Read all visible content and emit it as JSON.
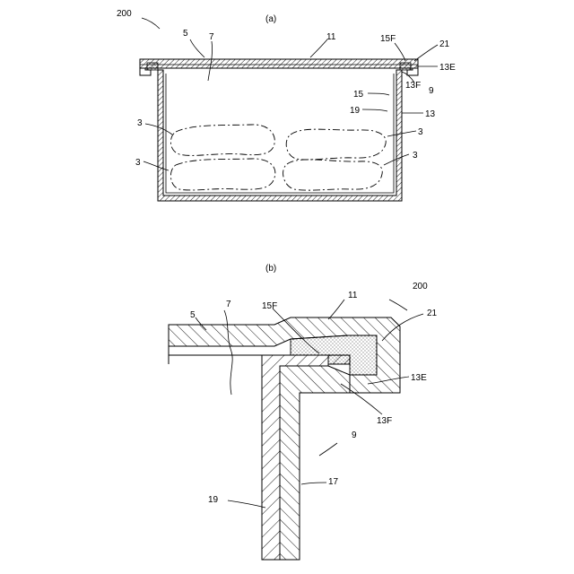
{
  "figure_a": {
    "caption": "(a)",
    "labels": {
      "ref_200": "200",
      "ref_5": "5",
      "ref_7": "7",
      "ref_11": "11",
      "ref_15F": "15F",
      "ref_21": "21",
      "ref_13E": "13E",
      "ref_13F": "13F",
      "ref_9": "9",
      "ref_15": "15",
      "ref_19": "19",
      "ref_13": "13",
      "ref_3_a": "3",
      "ref_3_b": "3",
      "ref_3_c": "3",
      "ref_3_d": "3"
    }
  },
  "figure_b": {
    "caption": "(b)",
    "labels": {
      "ref_11": "11",
      "ref_200": "200",
      "ref_15F": "15F",
      "ref_5": "5",
      "ref_7": "7",
      "ref_21": "21",
      "ref_13E": "13E",
      "ref_13F": "13F",
      "ref_9": "9",
      "ref_17": "17",
      "ref_19": "19"
    }
  }
}
